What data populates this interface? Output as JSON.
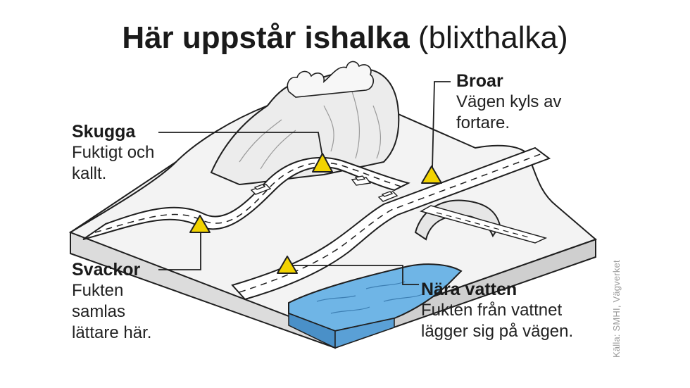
{
  "title": {
    "bold": "Här uppstår ishalka",
    "light": "(blixthalka)"
  },
  "labels": {
    "skugga": {
      "head": "Skugga",
      "body": "Fuktigt och\nkallt."
    },
    "svackor": {
      "head": "Svackor",
      "body": "Fukten\nsamlas\nlättare här."
    },
    "broar": {
      "head": "Broar",
      "body": "Vägen kyls av\nfortare."
    },
    "vatten": {
      "head": "Nära vatten",
      "body": "Fukten från vattnet\nlägger sig på vägen."
    }
  },
  "source": "Källa: SMHI, Vägverket",
  "colors": {
    "warning": "#f2d300",
    "water": "#6fb5e6",
    "snow": "#f2f2f2",
    "outline": "#1f1f1f"
  }
}
